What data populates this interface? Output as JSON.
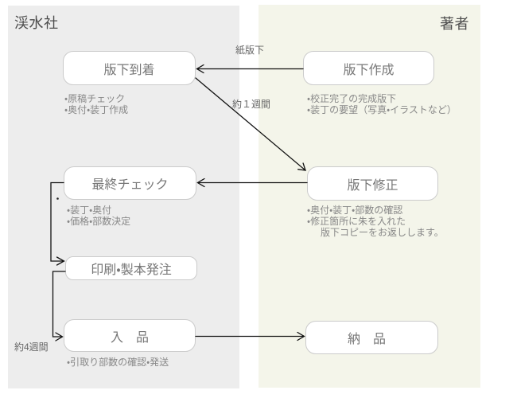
{
  "panels": {
    "publisher": {
      "label": "渓水社",
      "bg": "#ededed"
    },
    "author": {
      "label": "著者",
      "bg": "#f4f5ea"
    }
  },
  "boxes": {
    "arrival": {
      "label": "版下到着"
    },
    "creation": {
      "label": "版下作成"
    },
    "final_check": {
      "label": "最終チェック"
    },
    "revision": {
      "label": "版下修正"
    },
    "print_order": {
      "label": "印刷・製本発注"
    },
    "stock_in": {
      "label": "入　品"
    },
    "delivery": {
      "label": "納　品"
    }
  },
  "notes": {
    "arrival": [
      "・原稿チェック",
      "・奥付・装丁作成"
    ],
    "creation": [
      "・校正完了の完成版下",
      "・装丁の要望（写真・イラストなど）"
    ],
    "final_check": [
      "・装丁・奥付",
      "・価格・部数決定"
    ],
    "revision": [
      "・奥付・装丁・部数の確認",
      "・修正箇所に朱を入れた",
      "　版下コピーをお返しします。"
    ],
    "stock_in": [
      "・引取り部数の確認・発送"
    ]
  },
  "annotations": {
    "paper_camera_ready": "紙版下",
    "about_one_week": "約１週間",
    "about_four_weeks": "約4週間"
  },
  "colors": {
    "publisher_panel_bg": "#ededed",
    "author_panel_bg": "#f4f5ea",
    "box_border": "#cbcbcb",
    "box_text": "#777777",
    "note_text": "#888888",
    "heading_text": "#4d4d4d",
    "arrow": "#111111"
  }
}
